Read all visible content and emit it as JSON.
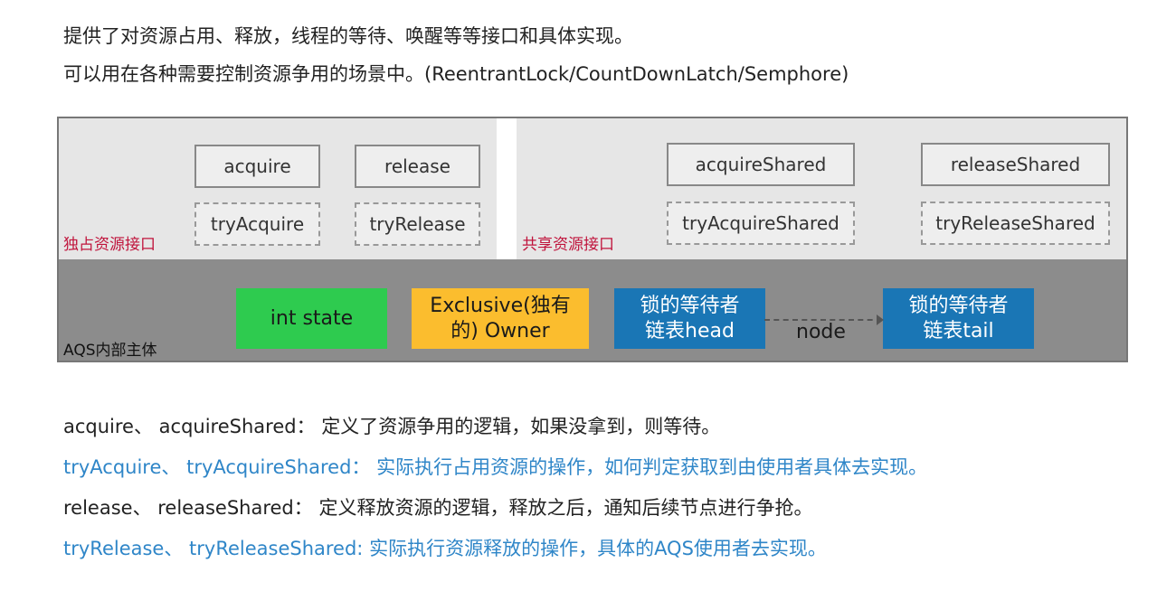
{
  "intro": {
    "line1": "提供了对资源占用、释放，线程的等待、唤醒等等接口和具体实现。",
    "line2": "可以用在各种需要控制资源争用的场景中。(ReentrantLock/CountDownLatch/Semphore)"
  },
  "diagram": {
    "exclusive": {
      "label": "独占资源接口",
      "acquire": "acquire",
      "release": "release",
      "tryAcquire": "tryAcquire",
      "tryRelease": "tryRelease"
    },
    "shared": {
      "label": "共享资源接口",
      "acquireShared": "acquireShared",
      "releaseShared": "releaseShared",
      "tryAcquireShared": "tryAcquireShared",
      "tryReleaseShared": "tryReleaseShared"
    },
    "aqs": {
      "label": "AQS内部主体",
      "state": "int state",
      "owner": "Exclusive(独有\n的) Owner",
      "head": "锁的等待者\n链表head",
      "tail": "锁的等待者\n链表tail",
      "node": "node"
    },
    "colors": {
      "state": "#2ecb4f",
      "owner": "#fbbd2e",
      "queue": "#1a76b5",
      "panel_label": "#c0143c"
    }
  },
  "descriptions": [
    {
      "terms": "acquire、 acquireShared：",
      "text": " 定义了资源争用的逻辑，如果没拿到，则等待。"
    },
    {
      "terms": "tryAcquire、 tryAcquireShared：",
      "text": " 实际执行占用资源的操作，如何判定获取到由使用者具体去实现。"
    },
    {
      "terms": "release、 releaseShared：",
      "text": " 定义释放资源的逻辑，释放之后，通知后续节点进行争抢。"
    },
    {
      "terms": "tryRelease、 tryReleaseShared:",
      "text": " 实际执行资源释放的操作，具体的AQS使用者去实现。"
    }
  ]
}
